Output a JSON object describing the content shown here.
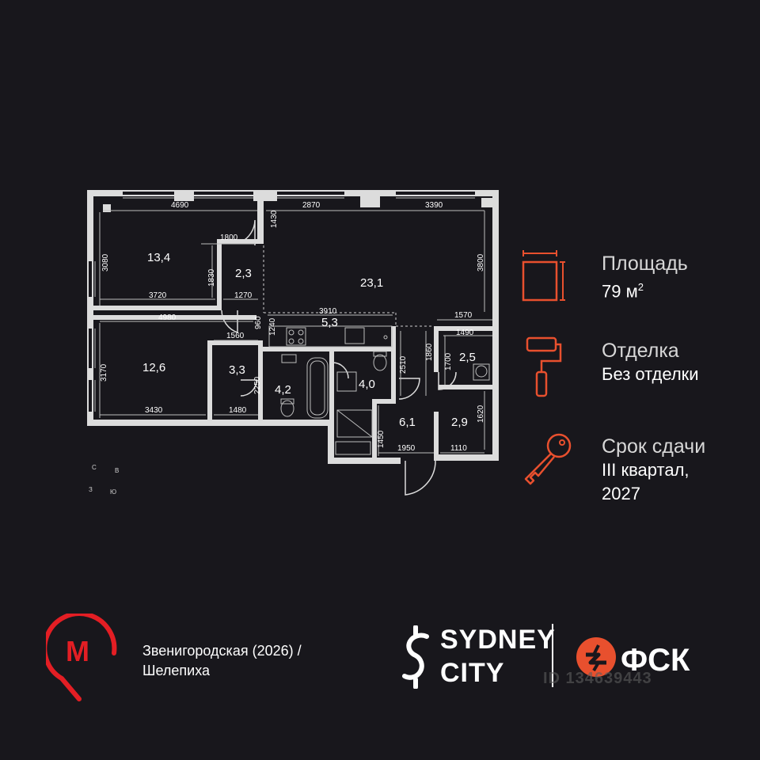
{
  "rooms": {
    "r1": "13,4",
    "r2": "2,3",
    "r3": "23,1",
    "r4": "5,3",
    "r5": "12,6",
    "r6": "3,3",
    "r7": "4,2",
    "r8": "4,0",
    "r9": "6,1",
    "r10": "2,5",
    "r11": "2,9"
  },
  "dims": {
    "d4690": "4690",
    "d2870": "2870",
    "d3390": "3390",
    "d1430": "1430",
    "d1800": "1800",
    "d3080": "3080",
    "d1830": "1830",
    "d3800": "3800",
    "d3720": "3720",
    "d1270": "1270",
    "d3910": "3910",
    "d4980": "4980",
    "d1240": "1240",
    "d1570": "1570",
    "d960": "960",
    "d1560": "1560",
    "d1490": "1490",
    "d1860": "1860",
    "d2510": "2510",
    "d1700": "1700",
    "d3170": "3170",
    "d2250": "2250",
    "d3430": "3430",
    "d1480": "1480",
    "d1620": "1620",
    "d1450": "1450",
    "d1950": "1950",
    "d1110": "1110"
  },
  "compass": {
    "n": "С",
    "e": "В",
    "w": "З",
    "s": "Ю"
  },
  "info": {
    "area_label": "Площадь",
    "area_value": "79 м",
    "area_sup": "2",
    "finish_label": "Отделка",
    "finish_value": "Без отделки",
    "deadline_label": "Срок сдачи",
    "deadline_line1": "III квартал,",
    "deadline_line2": "2027"
  },
  "metro": {
    "line1": "Звенигородская (2026) /",
    "line2": "Шелепиха",
    "icon_letter": "М"
  },
  "brand": {
    "line1": "SYDNEY",
    "line2": "CITY",
    "developer": "ФСК"
  },
  "watermark": "ID 134639443",
  "colors": {
    "accent": "#e8502e",
    "metro": "#e31e24",
    "background": "#18171c"
  }
}
